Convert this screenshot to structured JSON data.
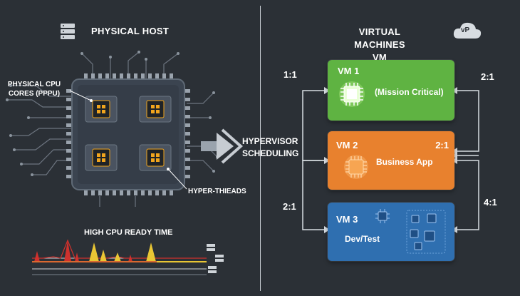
{
  "physical": {
    "title": "PHYSICAL HOST",
    "cores_label_line1": "PHYSICAL CPU",
    "cores_label_line2": "CORES (PPPU)",
    "hyperthreads_label": "HYPER-THIEADS",
    "ready_time_label": "HIGH CPU READY TIME"
  },
  "scheduler": {
    "line1": "HYPERVISOR",
    "line2": "SCHEDULING"
  },
  "virtual": {
    "title_line1": "VIRTUAL MACHINES",
    "title_line2": "VM",
    "cloud_badge": "vP"
  },
  "vms": [
    {
      "name": "VM 1",
      "desc": "(Mission Critical)",
      "color": "#5fb342"
    },
    {
      "name": "VM 2",
      "desc": "Business App",
      "ratio_inner": "2:1",
      "color": "#e8812e"
    },
    {
      "name": "VM 3",
      "desc": "Dev/Test",
      "color": "#2f6fb0"
    }
  ],
  "ratios": {
    "left_top": "1:1",
    "left_bottom": "2:1",
    "right_top": "2:1",
    "right_bottom": "4:1"
  },
  "colors": {
    "background": "#2b3036",
    "vm1": "#5fb342",
    "vm2": "#e8812e",
    "vm3": "#2f6fb0",
    "core_glow": "#f2a51d",
    "spike_red": "#d0312d",
    "spike_yellow": "#e9c634"
  }
}
